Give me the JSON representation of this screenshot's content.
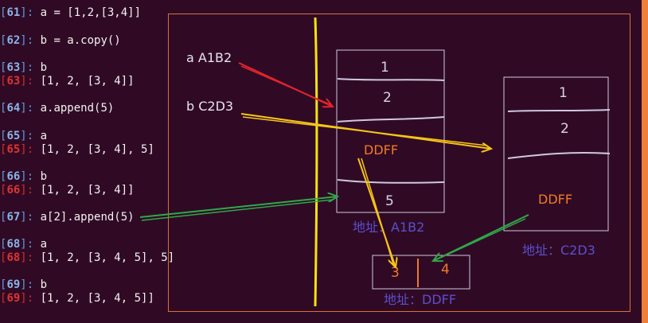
{
  "terminal": {
    "lines": [
      {
        "kind": "in",
        "num": "61",
        "code": "a = [1,2,[3,4]]"
      },
      {
        "kind": "in",
        "num": "62",
        "code": "b = a.copy()"
      },
      {
        "kind": "in",
        "num": "63",
        "code": "b"
      },
      {
        "kind": "out",
        "num": "63",
        "code": "[1, 2, [3, 4]]"
      },
      {
        "kind": "in",
        "num": "64",
        "code": "a.append(5)"
      },
      {
        "kind": "in",
        "num": "65",
        "code": "a"
      },
      {
        "kind": "out",
        "num": "65",
        "code": "[1, 2, [3, 4], 5]"
      },
      {
        "kind": "in",
        "num": "66",
        "code": "b"
      },
      {
        "kind": "out",
        "num": "66",
        "code": "[1, 2, [3, 4]]"
      },
      {
        "kind": "in",
        "num": "67",
        "code": "a[2].append(5)"
      },
      {
        "kind": "in",
        "num": "68",
        "code": "a"
      },
      {
        "kind": "out",
        "num": "68",
        "code": "[1, 2, [3, 4, 5], 5]"
      },
      {
        "kind": "in",
        "num": "69",
        "code": "b"
      },
      {
        "kind": "out",
        "num": "69",
        "code": "[1, 2, [3, 4, 5]]"
      }
    ]
  },
  "diagram": {
    "var_a": "a  A1B2",
    "var_b": "b C2D3",
    "list_a": {
      "items": [
        "1",
        "2",
        "DDFF",
        "5"
      ],
      "address": "地址：A1B2"
    },
    "list_b": {
      "items": [
        "1",
        "2",
        "DDFF"
      ],
      "address": "地址：C2D3"
    },
    "inner_list": {
      "items": [
        "3",
        "4"
      ],
      "address": "地址：DDFF"
    },
    "colors": {
      "background": "#300a24",
      "frame": "#d9703a",
      "divider": "#f5e30d",
      "arrow_a": "#e3242b",
      "arrow_b": "#f5c518",
      "arrow_append": "#2fa84a",
      "ref_text": "#f07a2a",
      "address_text": "#5a4fcf",
      "box_text": "#d8d4e8"
    }
  }
}
